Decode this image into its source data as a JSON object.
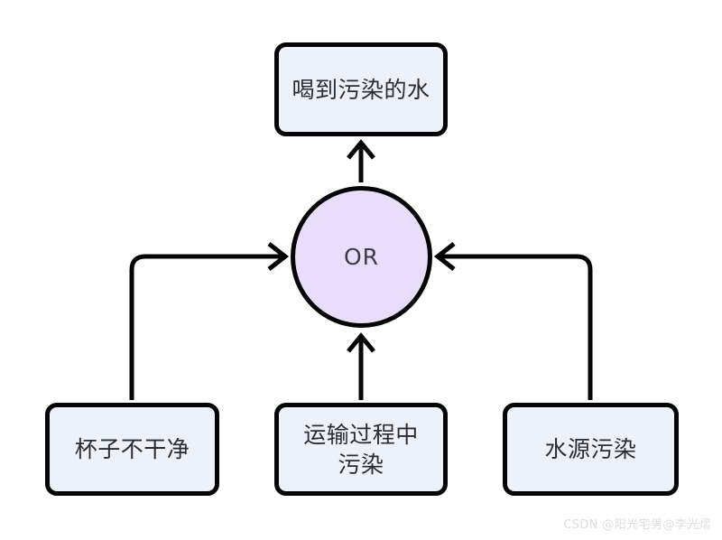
{
  "diagram": {
    "type": "fault-tree",
    "background_color": "#ffffff",
    "node_fill": "#edf2fa",
    "gate_fill": "#e9ddfc",
    "stroke_color": "#050505",
    "text_color": "#2b2b33",
    "nodes": {
      "top_event": {
        "label": "喝到污染的水",
        "shape": "rounded-rect"
      },
      "gate": {
        "label": "OR",
        "shape": "circle"
      },
      "cause_cup": {
        "label": "杯子不干净",
        "shape": "rounded-rect"
      },
      "cause_transport": {
        "label": "运输过程中\n污染",
        "shape": "rounded-rect"
      },
      "cause_source": {
        "label": "水源污染",
        "shape": "rounded-rect"
      }
    },
    "edges": [
      {
        "name": "gate-to-top",
        "from": "gate",
        "to": "top_event",
        "style": "straight-up",
        "arrow": "open-v"
      },
      {
        "name": "cup-to-gate",
        "from": "cause_cup",
        "to": "gate",
        "style": "elbow-up-right",
        "arrow": "open-v"
      },
      {
        "name": "transport-to-gate",
        "from": "cause_transport",
        "to": "gate",
        "style": "straight-up",
        "arrow": "open-v"
      },
      {
        "name": "source-to-gate",
        "from": "cause_source",
        "to": "gate",
        "style": "elbow-up-left",
        "arrow": "open-v"
      }
    ]
  },
  "watermark": {
    "text": "CSDN @阳光宅男@李光熠",
    "color": "#dedee2"
  }
}
